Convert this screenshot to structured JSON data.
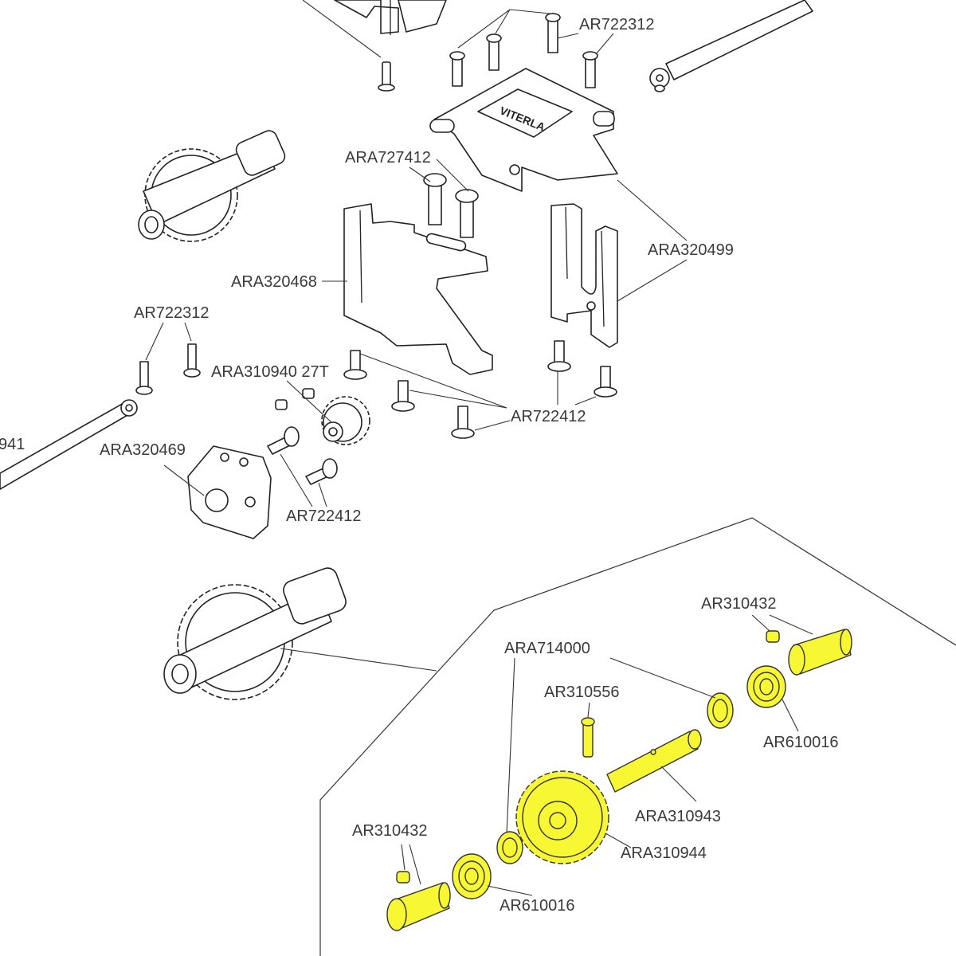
{
  "colors": {
    "line": "#222222",
    "highlight": "#f7f734",
    "background": "#ffffff",
    "label": "#3a3a3a"
  },
  "labels": {
    "ar722312_top": "AR722312",
    "ara727412": "ARA727412",
    "ara320499": "ARA320499",
    "ara320468": "ARA320468",
    "ar722312_left": "AR722312",
    "ara310940": "ARA310940 27T",
    "ar722412_right": "AR722412",
    "ara320469": "ARA320469",
    "ar722412_bottom": "AR722412",
    "cut_941": "941",
    "ar310432_top": "AR310432",
    "ara714000": "ARA714000",
    "ar310556": "AR310556",
    "ar610016_top": "AR610016",
    "ara310943": "ARA310943",
    "ara310944": "ARA310944",
    "ar310432_bottom": "AR310432",
    "ar610016_bottom": "AR610016"
  }
}
